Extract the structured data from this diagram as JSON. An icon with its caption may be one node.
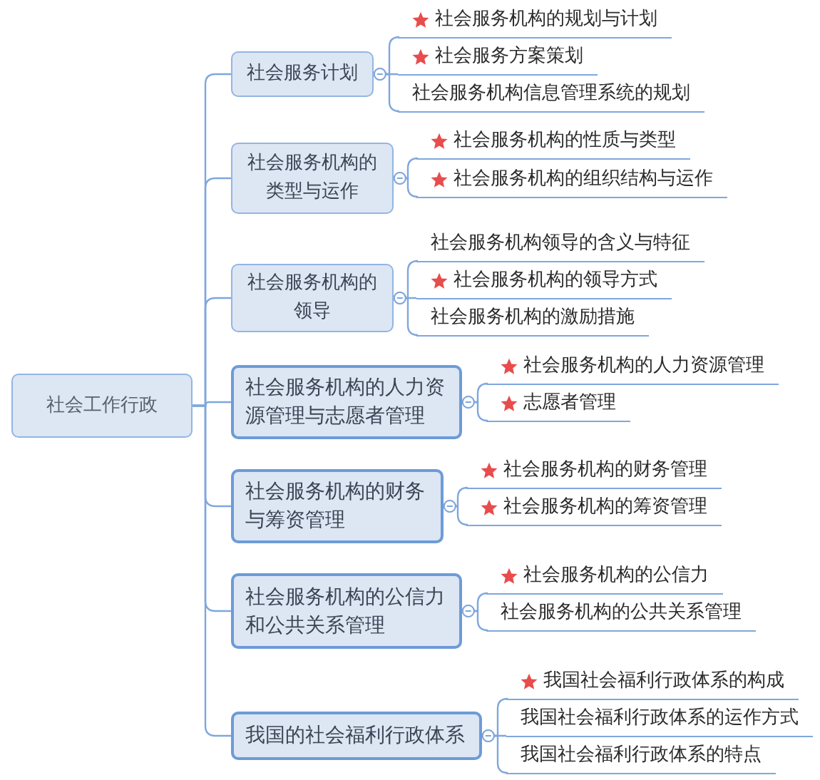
{
  "diagram": {
    "nodes": [
      {
        "text": [
          "社会工作行政"
        ]
      },
      {
        "text": [
          "社会服务计划"
        ]
      },
      {
        "text": [
          "社会服务机构的规划与计划"
        ]
      },
      {
        "text": [
          "社会服务方案策划"
        ]
      },
      {
        "text": [
          "社会服务机构信息管理系统的规划"
        ]
      },
      {
        "text": [
          "社会服务机构的类型与运作"
        ]
      },
      {
        "text": [
          "社会服务机构的性质与类型"
        ]
      },
      {
        "text": [
          "社会服务机构的组织结构与运作"
        ]
      },
      {
        "text": [
          "社会服务机构的领导"
        ]
      },
      {
        "text": [
          "社会服务机构领导的含义与特征"
        ]
      },
      {
        "text": [
          "社会服务机构的领导方式"
        ]
      },
      {
        "text": [
          "社会服务机构的激励措施"
        ]
      },
      {
        "text": [
          "社会服务机构的人力资源管理与志愿者管理"
        ]
      },
      {
        "text": [
          "社会服务机构的人力资源管理"
        ]
      },
      {
        "text": [
          "志愿者管理"
        ]
      },
      {
        "text": [
          "社会服务机构的财务与筹资管理"
        ]
      },
      {
        "text": [
          "社会服务机构的财务管理"
        ]
      },
      {
        "text": [
          "社会服务机构的筹资管理"
        ]
      },
      {
        "text": [
          "社会服务机构的公信力和公共关系管理"
        ]
      },
      {
        "text": [
          "社会服务机构的公信力"
        ]
      },
      {
        "text": [
          "社会服务机构的公共关系管理"
        ]
      },
      {
        "text": [
          "我国的社会福利行政体系"
        ]
      },
      {
        "text": [
          "我国社会福利行政体系的构成"
        ]
      },
      {
        "text": [
          "我国社会福利行政体系的运作方式"
        ]
      },
      {
        "text": [
          "我国社会福利行政体系的特点"
        ]
      }
    ],
    "edges": [
      {
        "from": 0,
        "to": 1,
        "arrow": "none"
      },
      {
        "from": 1,
        "to": 2,
        "arrow": "other"
      },
      {
        "from": 1,
        "to": 3,
        "arrow": "other"
      },
      {
        "from": 1,
        "to": 4,
        "arrow": "other"
      },
      {
        "from": 0,
        "to": 5,
        "arrow": "none"
      },
      {
        "from": 5,
        "to": 6,
        "arrow": "other"
      },
      {
        "from": 5,
        "to": 7,
        "arrow": "other"
      },
      {
        "from": 0,
        "to": 8,
        "arrow": "none"
      },
      {
        "from": 8,
        "to": 9,
        "arrow": "other"
      },
      {
        "from": 8,
        "to": 10,
        "arrow": "other"
      },
      {
        "from": 8,
        "to": 11,
        "arrow": "other"
      },
      {
        "from": 0,
        "to": 12,
        "arrow": "none"
      },
      {
        "from": 12,
        "to": 13,
        "arrow": "other"
      },
      {
        "from": 12,
        "to": 14,
        "arrow": "other"
      },
      {
        "from": 0,
        "to": 15,
        "arrow": "none"
      },
      {
        "from": 15,
        "to": 16,
        "arrow": "other"
      },
      {
        "from": 15,
        "to": 17,
        "arrow": "other"
      },
      {
        "from": 0,
        "to": 18,
        "arrow": "none"
      },
      {
        "from": 18,
        "to": 19,
        "arrow": "other"
      },
      {
        "from": 18,
        "to": 20,
        "arrow": "other"
      },
      {
        "from": 0,
        "to": 21,
        "arrow": "none"
      },
      {
        "from": 21,
        "to": 22,
        "arrow": "other"
      },
      {
        "from": 21,
        "to": 23,
        "arrow": "other"
      },
      {
        "from": 21,
        "to": 24,
        "arrow": "other"
      }
    ]
  }
}
